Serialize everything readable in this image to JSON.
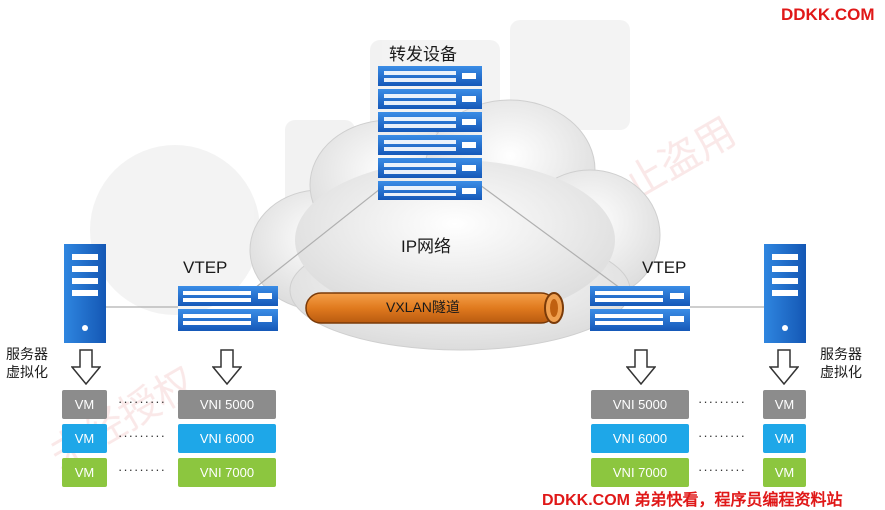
{
  "brand": {
    "top_right": "DDKK.COM",
    "bottom_right": "DDKK.COM 弟弟快看，程序员编程资料站"
  },
  "network": {
    "forwarding_label": "转发设备",
    "ip_network_label": "IP网络",
    "tunnel_label": "VXLAN隧道"
  },
  "left": {
    "vtep_label": "VTEP",
    "server_virt_label_line1": "服务器",
    "server_virt_label_line2": "虚拟化",
    "vms": [
      "VM",
      "VM",
      "VM"
    ],
    "vnis": [
      "VNI 5000",
      "VNI 6000",
      "VNI 7000"
    ]
  },
  "right": {
    "vtep_label": "VTEP",
    "server_virt_label_line1": "服务器",
    "server_virt_label_line2": "虚拟化",
    "vms": [
      "VM",
      "VM",
      "VM"
    ],
    "vnis": [
      "VNI 5000",
      "VNI 6000",
      "VNI 7000"
    ]
  },
  "dots": "·········",
  "watermark_text": "IT人的高薪职业学院 未经授权 禁止盗用",
  "colors": {
    "gray": "#8c8c8c",
    "blue": "#1ea7e8",
    "green": "#8cc63f",
    "device_blue": "#1f6fd1",
    "tunnel_orange": "#e07a1e",
    "brand_red": "#e01818"
  }
}
